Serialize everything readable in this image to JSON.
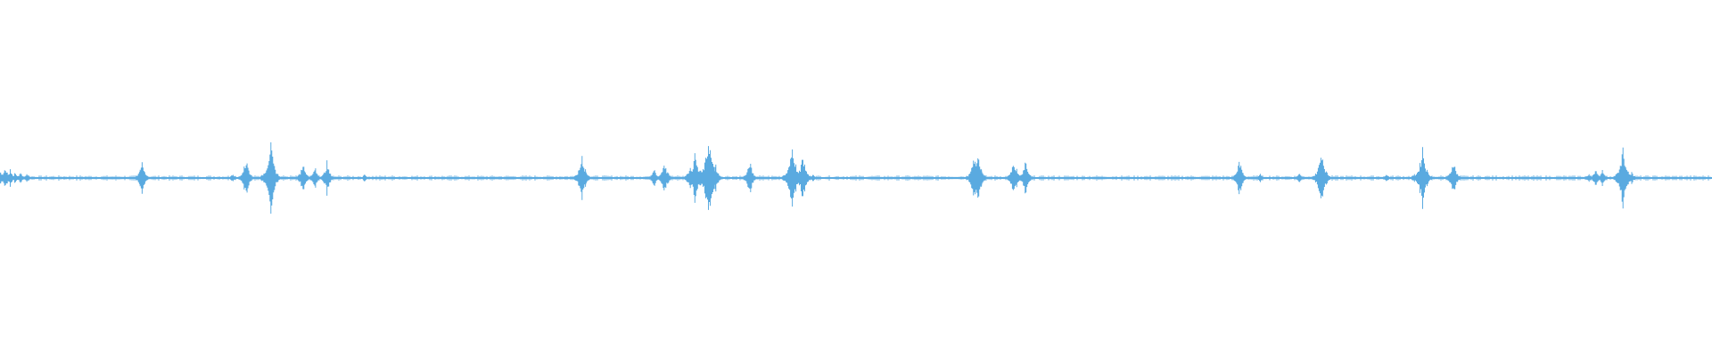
{
  "waveform": {
    "color": "#5aaae0",
    "background": "#ffffff",
    "peaks": [
      [
        0.0,
        0.06
      ],
      [
        0.3,
        0.08
      ],
      [
        0.6,
        0.05
      ],
      [
        0.9,
        0.04
      ],
      [
        1.2,
        0.04
      ],
      [
        1.6,
        0.03
      ],
      [
        8.2,
        0.06
      ],
      [
        8.3,
        0.1
      ],
      [
        13.6,
        0.03
      ],
      [
        14.3,
        0.09
      ],
      [
        14.4,
        0.12
      ],
      [
        15.8,
        0.23
      ],
      [
        17.7,
        0.1
      ],
      [
        17.8,
        0.06
      ],
      [
        18.4,
        0.07
      ],
      [
        19.1,
        0.1
      ],
      [
        21.3,
        0.03
      ],
      [
        33.9,
        0.05
      ],
      [
        34.0,
        0.15
      ],
      [
        34.2,
        0.05
      ],
      [
        38.2,
        0.06
      ],
      [
        38.8,
        0.11
      ],
      [
        39.0,
        0.05
      ],
      [
        40.3,
        0.08
      ],
      [
        40.6,
        0.16
      ],
      [
        40.9,
        0.07
      ],
      [
        41.3,
        0.13
      ],
      [
        41.4,
        0.27
      ],
      [
        41.6,
        0.05
      ],
      [
        41.8,
        0.09
      ],
      [
        43.8,
        0.11
      ],
      [
        45.8,
        0.03
      ],
      [
        46.3,
        0.22
      ],
      [
        46.5,
        0.07
      ],
      [
        46.9,
        0.15
      ],
      [
        47.5,
        0.03
      ],
      [
        56.9,
        0.14
      ],
      [
        57.1,
        0.18
      ],
      [
        57.3,
        0.06
      ],
      [
        59.2,
        0.11
      ],
      [
        59.4,
        0.06
      ],
      [
        59.9,
        0.12
      ],
      [
        72.4,
        0.12
      ],
      [
        72.6,
        0.04
      ],
      [
        73.6,
        0.03
      ],
      [
        75.9,
        0.03
      ],
      [
        77.2,
        0.19
      ],
      [
        77.4,
        0.05
      ],
      [
        81.0,
        0.03
      ],
      [
        82.6,
        0.03
      ],
      [
        83.1,
        0.2
      ],
      [
        83.3,
        0.05
      ],
      [
        84.9,
        0.12
      ],
      [
        92.8,
        0.03
      ],
      [
        93.2,
        0.06
      ],
      [
        93.6,
        0.05
      ],
      [
        94.8,
        0.2
      ],
      [
        95.0,
        0.08
      ],
      [
        95.3,
        0.04
      ]
    ],
    "noise_floor": 0.012
  }
}
